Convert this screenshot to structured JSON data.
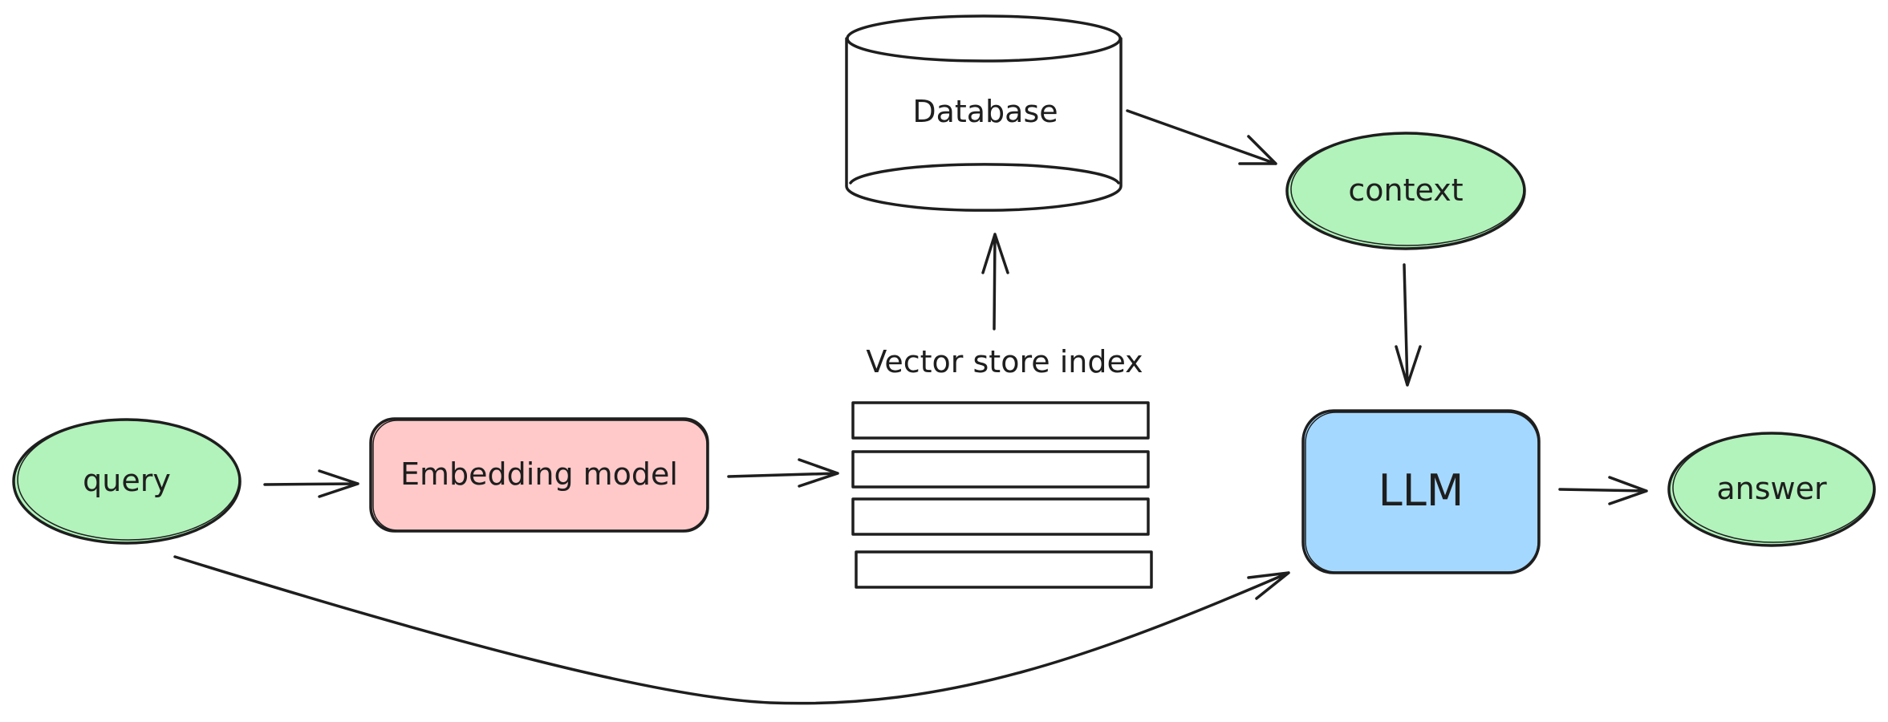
{
  "nodes": {
    "query": "query",
    "embedding_model": "Embedding model",
    "vector_store_index": "Vector store index",
    "database": "Database",
    "context": "context",
    "llm": "LLM",
    "answer": "answer"
  },
  "colors": {
    "green_fill": "#b2f2bb",
    "pink_fill": "#ffc9c9",
    "blue_fill": "#a5d8ff",
    "stroke": "#1e1e1e",
    "background": "#ffffff"
  }
}
